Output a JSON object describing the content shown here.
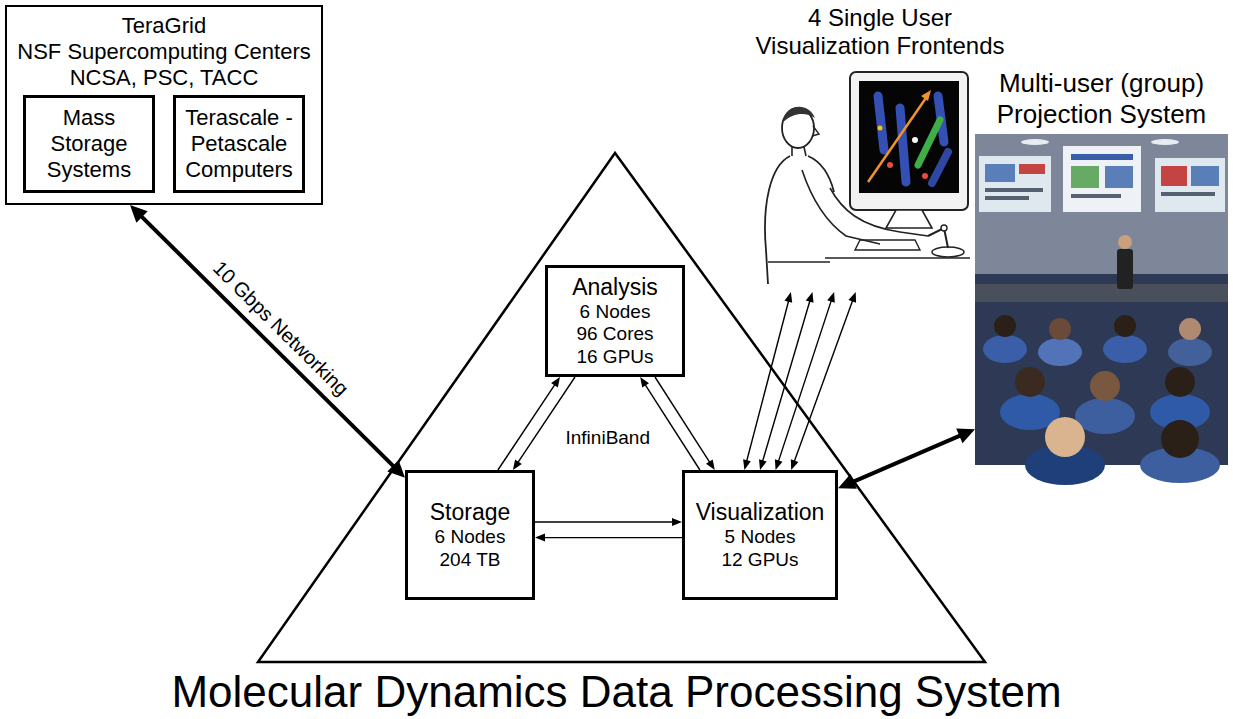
{
  "diagram": {
    "title": "Molecular Dynamics Data Processing System",
    "nodes": [
      {
        "text": [
          "TeraGrid",
          "NSF Supercomputing Centers",
          "NCSA, PSC, TACC"
        ]
      },
      {
        "text": [
          "Mass Storage Systems"
        ],
        "in": 0
      },
      {
        "text": [
          "Terascale - Petascale Computers"
        ],
        "in": 0
      },
      {
        "text": [
          "4 Single User Visualization Frontends"
        ]
      },
      {
        "text": [
          "Analysis",
          "6 Nodes",
          "96 Cores",
          "16 GPUs"
        ]
      },
      {
        "text": [
          "Multi-user (group) Projection System"
        ]
      },
      {
        "text": [
          "Storage",
          "6 Nodes",
          "204 TB"
        ]
      },
      {
        "text": [
          "Visualization",
          "5 Nodes",
          "12 GPUs"
        ]
      }
    ],
    "edges": [
      {
        "from": 0,
        "to": 6,
        "label": "10 Gbps Networking",
        "arrow": "both"
      },
      {
        "from": 6,
        "to": 4,
        "arrow": "to"
      },
      {
        "from": 4,
        "to": 6,
        "arrow": "to"
      },
      {
        "from": 4,
        "to": 7,
        "arrow": "to"
      },
      {
        "from": 7,
        "to": 4,
        "arrow": "to"
      },
      {
        "from": 6,
        "to": 7,
        "arrow": "to"
      },
      {
        "from": 7,
        "to": 6,
        "arrow": "to"
      },
      {
        "from": 7,
        "to": 3,
        "arrow": "both"
      },
      {
        "from": 7,
        "to": 3,
        "arrow": "both"
      },
      {
        "from": 7,
        "to": 3,
        "arrow": "both"
      },
      {
        "from": 7,
        "to": 3,
        "arrow": "both"
      },
      {
        "from": 7,
        "to": 5,
        "arrow": "both"
      }
    ],
    "labels": [
      "InfiniBand"
    ]
  }
}
